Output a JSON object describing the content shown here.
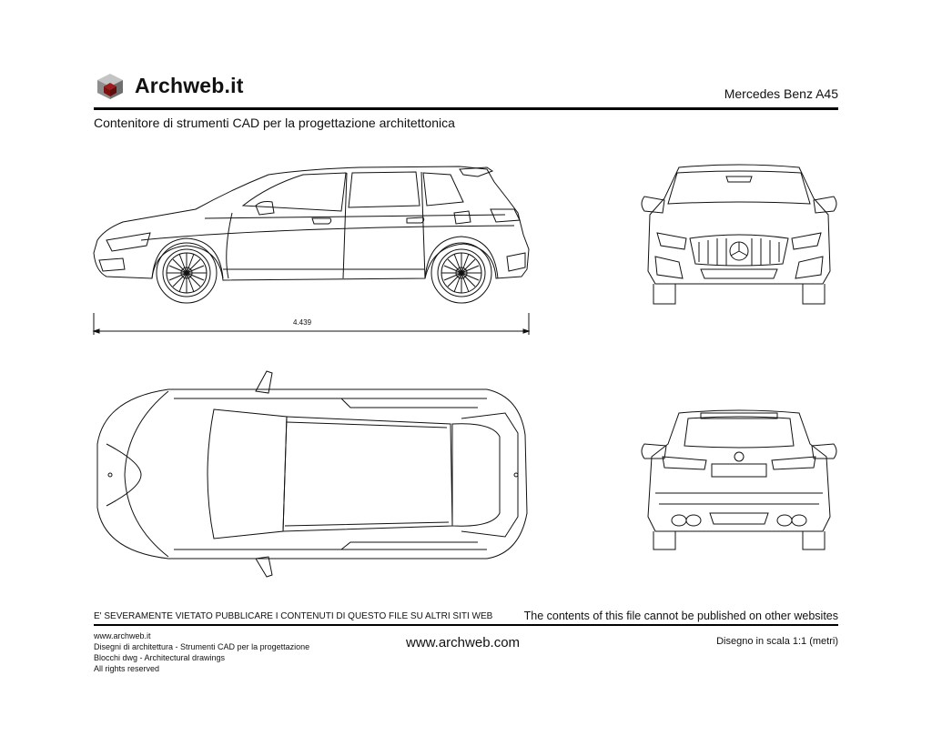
{
  "header": {
    "brand": "Archweb.it",
    "drawing_title": "Mercedes Benz A45",
    "subtitle": "Contenitore di strumenti CAD per la progettazione architettonica"
  },
  "drawing": {
    "length_dimension": "4.439",
    "views": [
      "side",
      "front",
      "top",
      "rear"
    ]
  },
  "notices": {
    "italian": "E' SEVERAMENTE VIETATO PUBBLICARE I CONTENUTI DI QUESTO FILE SU ALTRI SITI WEB",
    "english": "The contents of this file cannot be published on other websites"
  },
  "footer": {
    "lines": [
      "www.archweb.it",
      "Disegni di architettura - Strumenti CAD  per la progettazione",
      "Blocchi dwg - Architectural drawings",
      "All rights reserved"
    ],
    "website": "www.archweb.com",
    "scale": "Disegno in scala 1:1 (metri)"
  },
  "colors": {
    "line": "#111111",
    "logo_red": "#8b1a1a",
    "logo_grey": "#9a9a9a"
  }
}
